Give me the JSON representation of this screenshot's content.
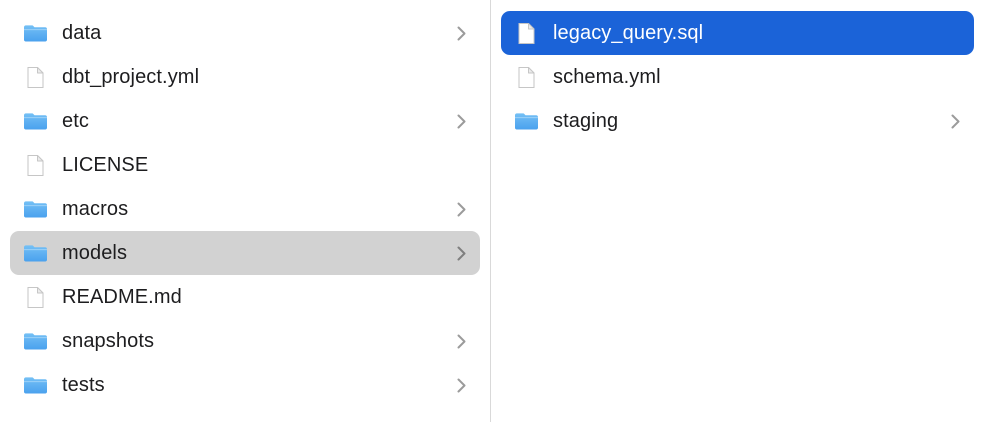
{
  "app": "finder-column-view",
  "colors": {
    "selection_blue": "#1b63d8",
    "selection_gray": "#d2d2d2",
    "text": "#1d1d1f",
    "text_selected": "#ffffff",
    "chevron": "#9b9b9b",
    "divider": "#d9d9d9",
    "folder_blue_top": "#74c0f5",
    "folder_blue_bottom": "#4aa1ee"
  },
  "panes": [
    {
      "id": "left",
      "items": [
        {
          "label": "data",
          "type": "folder",
          "chevron": true,
          "selected": null
        },
        {
          "label": "dbt_project.yml",
          "type": "file",
          "chevron": false,
          "selected": null
        },
        {
          "label": "etc",
          "type": "folder",
          "chevron": true,
          "selected": null
        },
        {
          "label": "LICENSE",
          "type": "file",
          "chevron": false,
          "selected": null
        },
        {
          "label": "macros",
          "type": "folder",
          "chevron": true,
          "selected": null
        },
        {
          "label": "models",
          "type": "folder",
          "chevron": true,
          "selected": "gray"
        },
        {
          "label": "README.md",
          "type": "file",
          "chevron": false,
          "selected": null
        },
        {
          "label": "snapshots",
          "type": "folder",
          "chevron": true,
          "selected": null
        },
        {
          "label": "tests",
          "type": "folder",
          "chevron": true,
          "selected": null
        }
      ]
    },
    {
      "id": "right",
      "items": [
        {
          "label": "legacy_query.sql",
          "type": "file",
          "chevron": false,
          "selected": "blue"
        },
        {
          "label": "schema.yml",
          "type": "file",
          "chevron": false,
          "selected": null
        },
        {
          "label": "staging",
          "type": "folder",
          "chevron": true,
          "selected": null
        }
      ]
    }
  ]
}
